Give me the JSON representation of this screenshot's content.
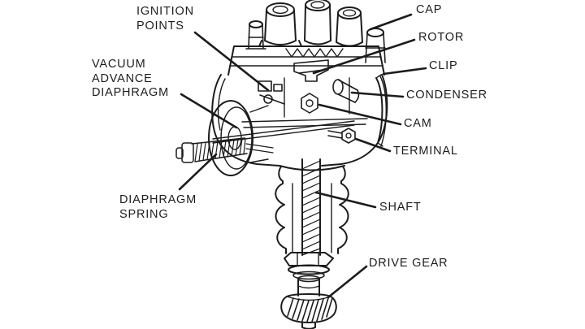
{
  "diagram": {
    "subject": "Distributor cutaway parts diagram",
    "background_color": "#ffffff",
    "line_color": "#1c1c1c",
    "text_color": "#1d1d1d",
    "labels": [
      {
        "id": "ignition-points",
        "text": "IGNITION\nPOINTS"
      },
      {
        "id": "cap",
        "text": "CAP"
      },
      {
        "id": "rotor",
        "text": "ROTOR"
      },
      {
        "id": "vacuum-advance-diaphragm",
        "text": "VACUUM\nADVANCE\nDIAPHRAGM"
      },
      {
        "id": "clip",
        "text": "CLIP"
      },
      {
        "id": "condenser",
        "text": "CONDENSER"
      },
      {
        "id": "cam",
        "text": "CAM"
      },
      {
        "id": "terminal",
        "text": "TERMINAL"
      },
      {
        "id": "diaphragm-spring",
        "text": "DIAPHRAGM\nSPRING"
      },
      {
        "id": "shaft",
        "text": "SHAFT"
      },
      {
        "id": "drive-gear",
        "text": "DRIVE GEAR"
      }
    ]
  }
}
